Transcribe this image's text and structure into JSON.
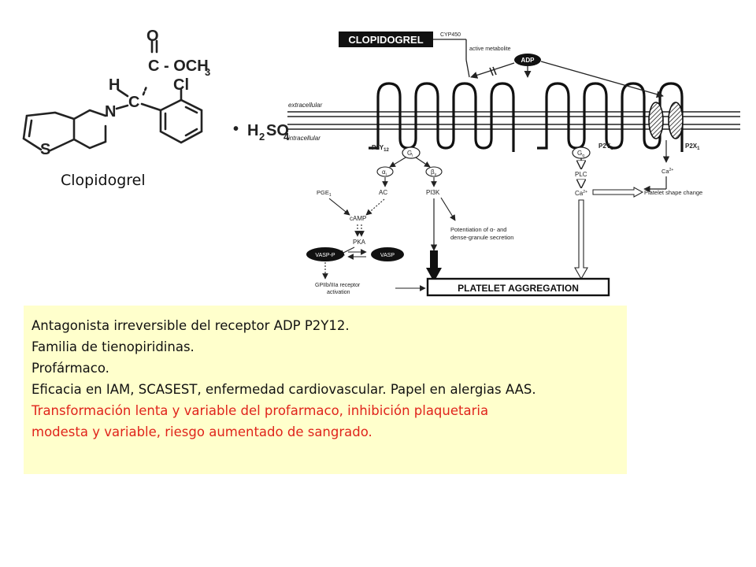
{
  "molecule": {
    "caption": "Clopidogrel",
    "atom_o": "O",
    "atom_c1": "C",
    "ester_text": "- OCH",
    "ester_sub": "3",
    "atom_h": "H",
    "atom_c2": "C",
    "atom_cl": "Cl",
    "atom_n": "N",
    "atom_s": "S",
    "salt_bullet": "•",
    "salt_h": "H",
    "salt_2": "2",
    "salt_so": "SO",
    "salt_4": "4"
  },
  "diagram": {
    "drug_label": "CLOPIDOGREL",
    "enzyme": "CYP450",
    "active_metabolite": "active metabolite",
    "agonist": "ADP",
    "extracellular": "extracellular",
    "intracellular": "intracellular",
    "receptor_p2y12": "P2Y",
    "receptor_p2y12_sub": "12",
    "receptor_p2y1": "P2Y",
    "receptor_p2y1_sub": "1",
    "receptor_p2x1": "P2X",
    "receptor_p2x1_sub": "1",
    "gi": "G",
    "gi_sub": "i",
    "gq": "G",
    "gq_sub": "q",
    "alpha_i": "α",
    "alpha_i_sub": "i",
    "beta_gamma": "β",
    "beta_gamma_sub": "γ",
    "pge1": "PGE",
    "pge1_sub": "1",
    "ac": "AC",
    "pi3k": "PI3K",
    "plc": "PLC",
    "ca_plc": "Ca",
    "ca_plc_sup": "2+",
    "ca_p2x": "Ca",
    "ca_p2x_sup": "2+",
    "shape_change": "Platelet shape change",
    "camp": "cAMP",
    "pka": "PKA",
    "granule_line1": "Potentiation of α- and",
    "granule_line2": "dense-granule secretion",
    "vasp_p": "VASP-P",
    "vasp": "VASP",
    "gp_line1": "GPIIb/IIIa receptor",
    "gp_line2": "activation",
    "aggregation": "PLATELET AGGREGATION"
  },
  "notes": [
    {
      "text": "Antagonista irreversible del receptor ADP P2Y12.",
      "color": "#111111"
    },
    {
      "text": "Familia de tienopiridinas.",
      "color": "#111111"
    },
    {
      "text": "Profármaco.",
      "color": "#111111"
    },
    {
      "text": "Eficacia en IAM, SCASEST, enfermedad cardiovascular. Papel en alergias AAS.",
      "color": "#111111"
    },
    {
      "text": "Transformación lenta y variable del profarmaco, inhibición plaquetaria",
      "color": "#e0241b"
    },
    {
      "text": "modesta y variable, riesgo aumentado de sangrado.",
      "color": "#e0241b"
    }
  ]
}
